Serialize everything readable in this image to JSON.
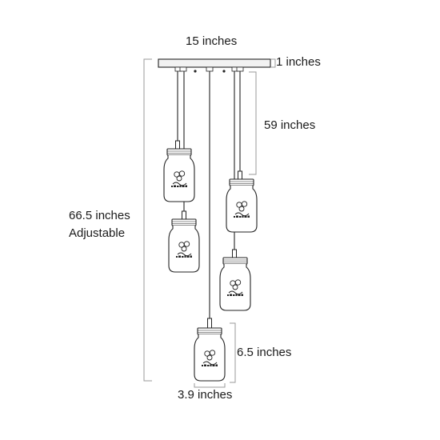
{
  "labels": {
    "canopy_width": "15 inches",
    "canopy_thickness": "1 inches",
    "cord_drop": "59 inches",
    "overall_height": "66.5 inches",
    "overall_note": "Adjustable",
    "jar_height": "6.5 inches",
    "jar_width": "3.9 inches"
  },
  "jars": {
    "count": 5
  },
  "colors": {
    "line": "#222222",
    "dimension": "#9a9a9a",
    "canopy": "#f2f2f2"
  }
}
